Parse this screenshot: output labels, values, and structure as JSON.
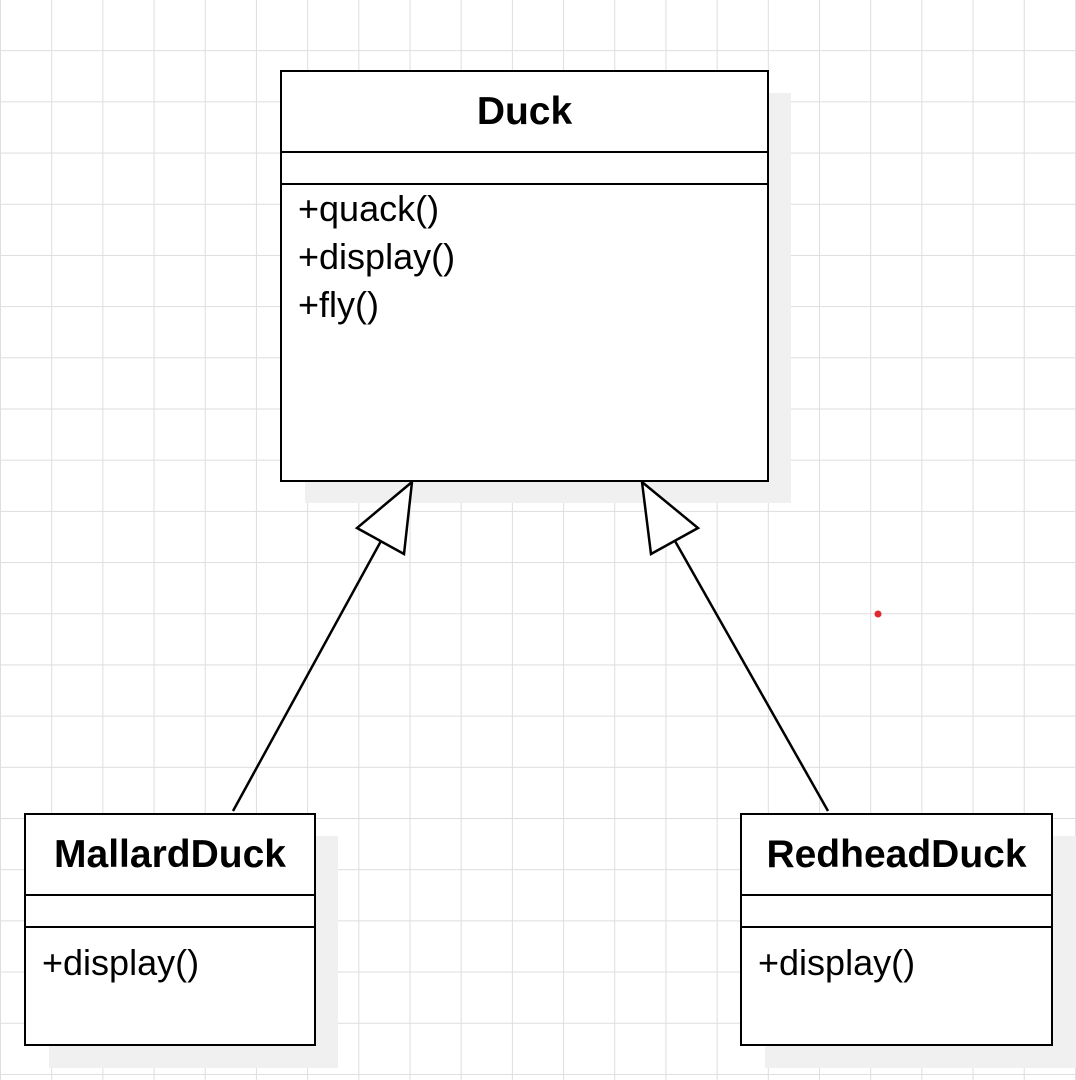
{
  "diagram": {
    "classes": {
      "duck": {
        "name": "Duck",
        "methods": [
          "+quack()",
          "+display()",
          "+fly()"
        ]
      },
      "mallard": {
        "name": "MallardDuck",
        "methods": [
          "+display()"
        ]
      },
      "redhead": {
        "name": "RedheadDuck",
        "methods": [
          "+display()"
        ]
      }
    },
    "relations": [
      {
        "type": "generalization",
        "from": "MallardDuck",
        "to": "Duck"
      },
      {
        "type": "generalization",
        "from": "RedheadDuck",
        "to": "Duck"
      }
    ],
    "colors": {
      "line": "#000000",
      "grid": "#dedede",
      "shadow": "#f0f0f0",
      "marker": "#e0282e"
    }
  }
}
